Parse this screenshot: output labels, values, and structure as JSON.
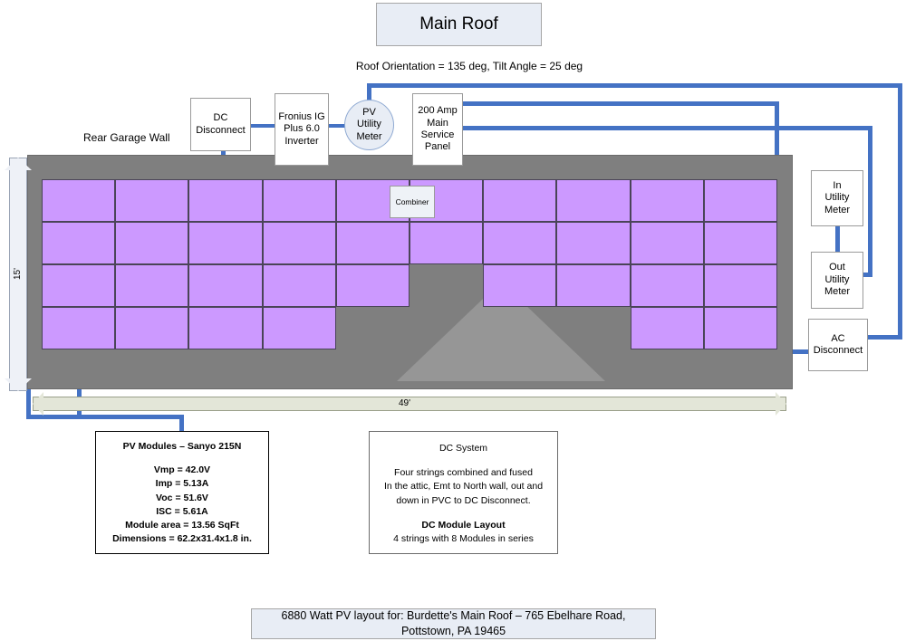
{
  "header": {
    "title": "Main Roof",
    "orientation_note": "Roof Orientation = 135 deg, Tilt Angle = 25 deg"
  },
  "labels": {
    "rear_garage_wall": "Rear Garage Wall",
    "combiner": "Combiner",
    "dim_height": "15'",
    "dim_width": "49'"
  },
  "equipment": [
    {
      "name": "dc-disconnect",
      "label": "DC\nDisconnect"
    },
    {
      "name": "inverter",
      "label": "Fronius IG\nPlus 6.0\nInverter"
    },
    {
      "name": "pv-utility-meter",
      "label": "PV\nUtility\nMeter"
    },
    {
      "name": "main-service-panel",
      "label": "200 Amp\nMain\nService\nPanel"
    },
    {
      "name": "in-utility-meter",
      "label": "In\nUtility\nMeter"
    },
    {
      "name": "out-utility-meter",
      "label": "Out\nUtility\nMeter"
    },
    {
      "name": "ac-disconnect",
      "label": "AC\nDisconnect"
    }
  ],
  "pv_modules": {
    "title": "PV Modules – Sanyo 215N",
    "specs": [
      "Vmp = 42.0V",
      "Imp  = 5.13A",
      "Voc  = 51.6V",
      "ISC  = 5.61A",
      "Module area = 13.56 SqFt",
      "Dimensions = 62.2x31.4x1.8 in."
    ]
  },
  "dc_system": {
    "title": "DC System",
    "description": "Four strings combined and fused\nIn the attic, Emt to North wall, out and\ndown in PVC to DC Disconnect.",
    "layout_title": "DC Module Layout",
    "layout_detail": "4 strings with 8 Modules in series"
  },
  "footer": {
    "line1": "6880 Watt PV layout for:  Burdette's Main Roof – 765 Ebelhare Road,",
    "line2": "Pottstown, PA 19465"
  },
  "array": {
    "columns": 10,
    "rows": 4,
    "total_modules": 32,
    "row_occupancy": [
      [
        1,
        1,
        1,
        1,
        1,
        1,
        1,
        1,
        1,
        1
      ],
      [
        1,
        1,
        1,
        1,
        1,
        1,
        1,
        1,
        1,
        1
      ],
      [
        1,
        1,
        1,
        1,
        1,
        0,
        1,
        1,
        1,
        1
      ],
      [
        1,
        1,
        1,
        1,
        0,
        0,
        0,
        0,
        1,
        1
      ]
    ]
  },
  "colors": {
    "panel": "#cc99ff",
    "roof": "#7f7f7f",
    "dormer": "#969696",
    "wire": "#4472c4",
    "title_fill": "#e8edf5"
  }
}
